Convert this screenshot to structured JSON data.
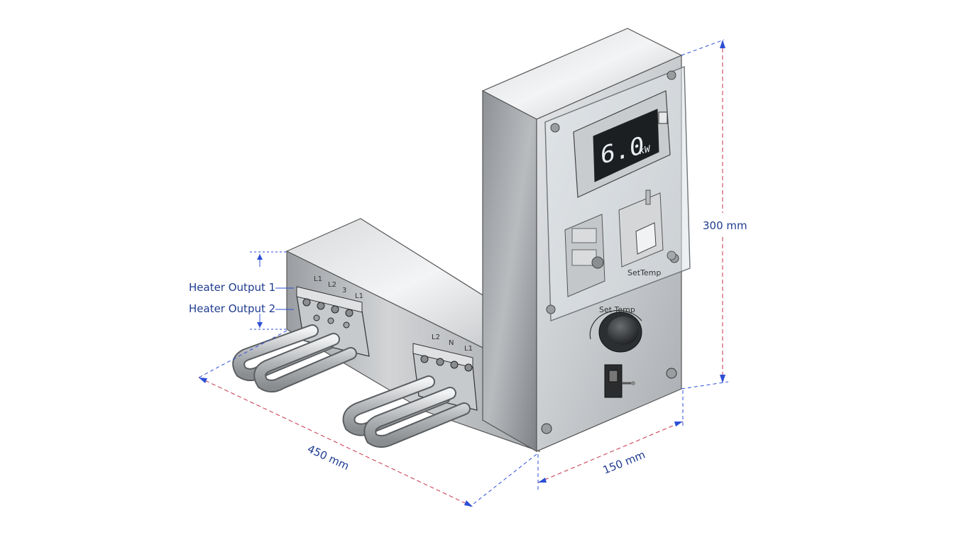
{
  "dimensions": {
    "length": "450 mm",
    "depth": "150 mm",
    "height": "300 mm"
  },
  "callouts": {
    "output1": "Heater Output 1",
    "output2": "Heater Output 2"
  },
  "display": {
    "value": "6.0",
    "unit": "kW"
  },
  "controls": {
    "knob_label": "Set Temp",
    "panel_label": "SetTemp"
  },
  "terminals": {
    "left_block": [
      "L1",
      "L2",
      "3",
      "L1"
    ],
    "right_block": [
      "L2",
      "N",
      "L1"
    ]
  },
  "colors": {
    "dimension_text": "#1f3c8f",
    "dimension_line_blue": "#2d4fd6",
    "dimension_line_red": "#c8324b",
    "lcd_background": "#1c1f22"
  }
}
